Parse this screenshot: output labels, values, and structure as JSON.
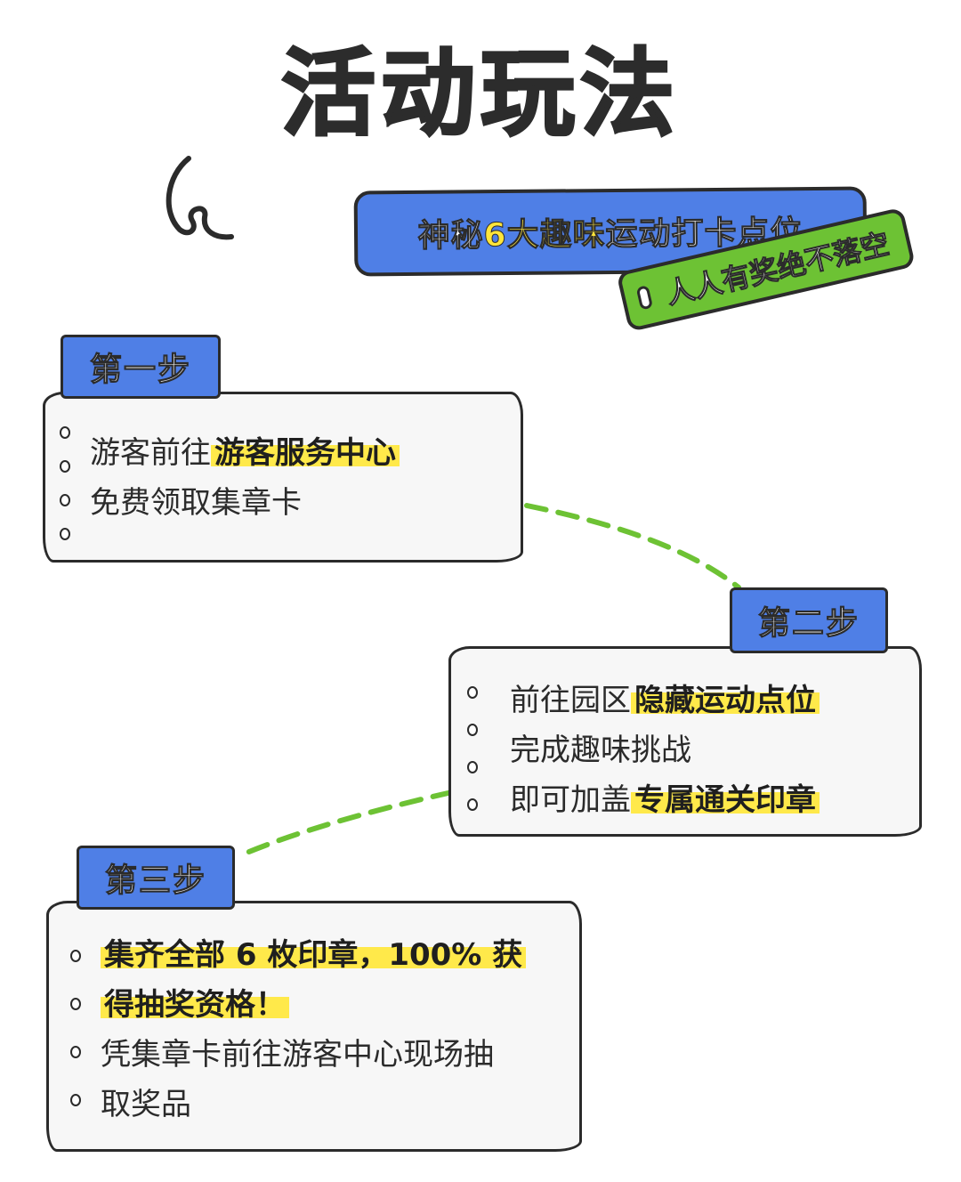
{
  "title": "活动玩法",
  "banner": {
    "part1": "神秘",
    "part2": "6大趣味",
    "part3": "运动打卡点位"
  },
  "tag": "人人有奖绝不落空",
  "steps": [
    {
      "label": "第一步",
      "lines": [
        {
          "normal": "游客前往",
          "highlight": "游客服务中心"
        },
        {
          "normal": "免费领取集章卡",
          "highlight": ""
        }
      ]
    },
    {
      "label": "第二步",
      "lines": [
        {
          "normal": "前往园区",
          "highlight": "隐藏运动点位"
        },
        {
          "normal": "完成趣味挑战",
          "highlight": ""
        },
        {
          "normal": "即可加盖",
          "highlight": "专属通关印章"
        }
      ]
    },
    {
      "label": "第三步",
      "lines": [
        {
          "normal": "",
          "highlight": "集齐全部 6 枚印章，100% 获"
        },
        {
          "normal": "",
          "highlight": "得抽奖资格！"
        },
        {
          "normal": "凭集章卡前往游客中心现场抽",
          "highlight": ""
        },
        {
          "normal": "取奖品",
          "highlight": ""
        }
      ]
    }
  ],
  "colors": {
    "blue": "#4f7fe6",
    "green": "#6dc234",
    "yellow": "#ffe94a",
    "dash": "#6dc234"
  }
}
